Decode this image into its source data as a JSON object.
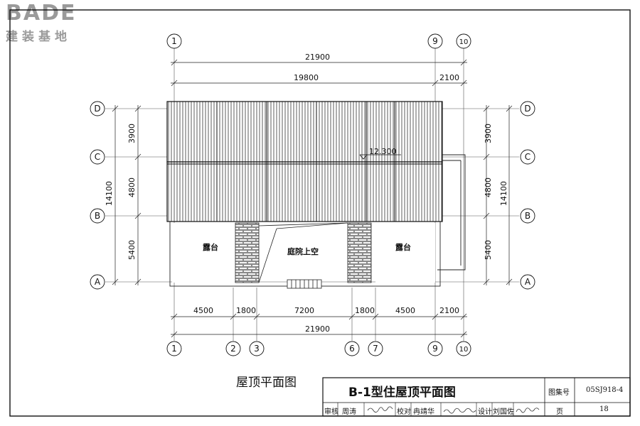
{
  "logo": {
    "mark": "BADE",
    "subtitle": "建装基地"
  },
  "caption": "屋顶平面图",
  "axes": {
    "top": [
      "1",
      "9",
      "10"
    ],
    "bottom": [
      "1",
      "2",
      "3",
      "6",
      "7",
      "9",
      "10"
    ],
    "left": [
      "D",
      "C",
      "B",
      "A"
    ],
    "right": [
      "D",
      "C",
      "B",
      "A"
    ]
  },
  "dims": {
    "top_total": "21900",
    "top_main": "19800",
    "top_side": "2100",
    "bottom_segments": [
      "4500",
      "1800",
      "7200",
      "1800",
      "4500",
      "2100"
    ],
    "bottom_total": "21900",
    "left_segments": [
      "3900",
      "4800",
      "5400"
    ],
    "left_total": "14100",
    "right_segments": [
      "3900",
      "4800",
      "5400"
    ],
    "right_total": "14100"
  },
  "rooms": {
    "terrace_left": "露台",
    "courtyard": "庭院上空",
    "terrace_right": "露台"
  },
  "elevation": "12.300",
  "title_block": {
    "title": "B-1型住屋顶平面图",
    "atlas_label": "图集号",
    "atlas_no": "05SJ918-4",
    "review_label": "审核",
    "review_name": "周涛",
    "check_label": "校对",
    "check_name": "冉靖华",
    "design_label": "设计",
    "design_name": "刘国佐",
    "page_label": "页",
    "page_no": "18"
  }
}
